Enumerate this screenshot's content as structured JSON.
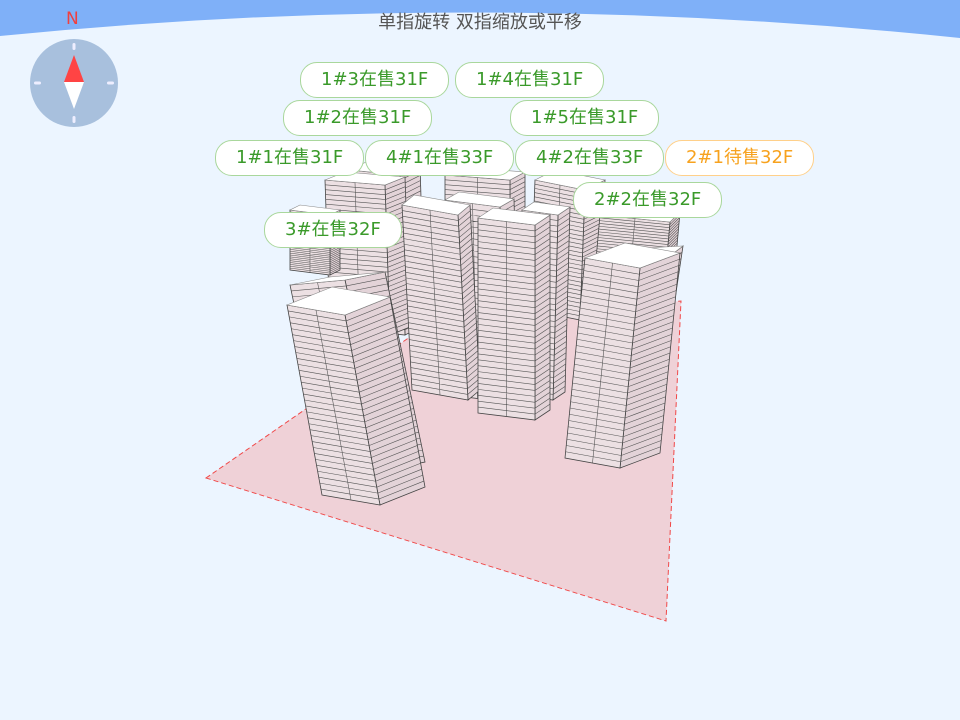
{
  "header": {
    "title": "单指旋转 双指缩放或平移"
  },
  "compass": {
    "north_label": "N",
    "icon": "compass-icon"
  },
  "colors": {
    "on_sale": "#3a9a2a",
    "pending": "#f7a21e",
    "ground": "#efd1d7",
    "ground_border": "#f04848"
  },
  "buildings": [
    {
      "label": "1#3在售31F",
      "status": "on_sale"
    },
    {
      "label": "1#4在售31F",
      "status": "on_sale"
    },
    {
      "label": "1#5在售31F",
      "status": "on_sale"
    },
    {
      "label": "1#2在售31F",
      "status": "on_sale"
    },
    {
      "label": "1#1在售31F",
      "status": "on_sale"
    },
    {
      "label": "4#1在售33F",
      "status": "on_sale"
    },
    {
      "label": "4#2在售33F",
      "status": "on_sale"
    },
    {
      "label": "2#1待售32F",
      "status": "pending"
    },
    {
      "label": "2#2在售32F",
      "status": "on_sale"
    },
    {
      "label": "3#在售32F",
      "status": "on_sale"
    }
  ]
}
